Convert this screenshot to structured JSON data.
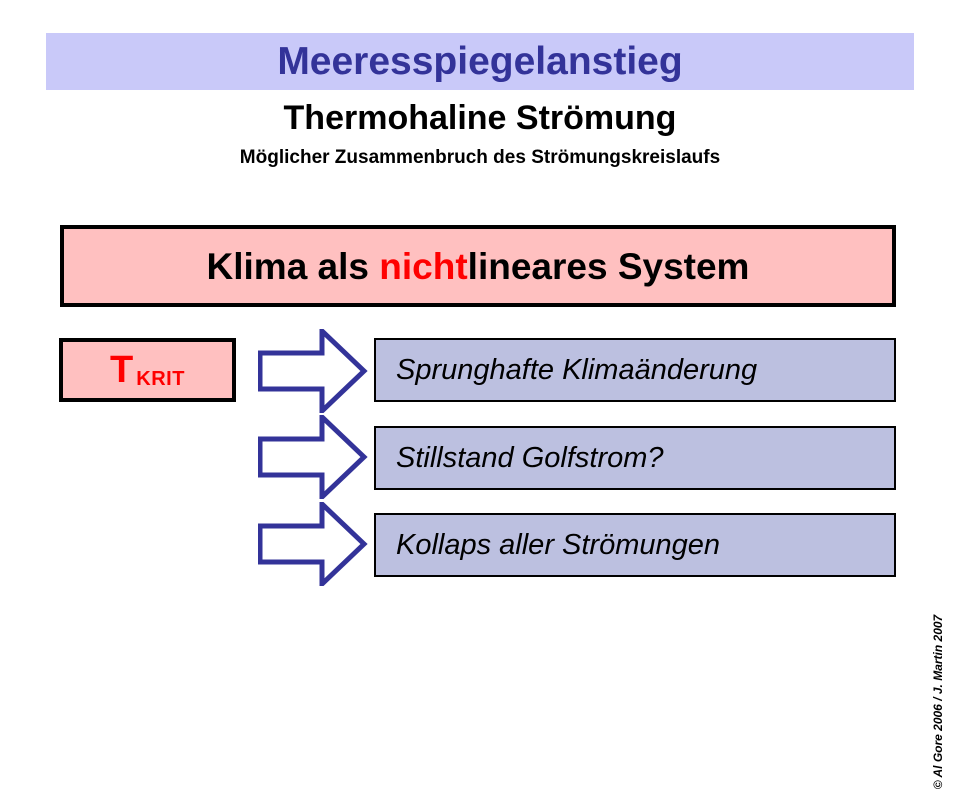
{
  "slide": {
    "title": "Meeresspiegelanstieg",
    "subtitle": "Thermohaline Strömung",
    "subsubtitle": "Möglicher Zusammenbruch des Strömungskreislaufs",
    "headline": {
      "part_1": "Klima als ",
      "part_2_highlight": "nicht",
      "part_3": "lineares System"
    },
    "threshold": {
      "symbol": "T",
      "subscript": "KRIT"
    },
    "outcomes": [
      {
        "label": "Sprunghafte Klimaänderung"
      },
      {
        "label": "Stillstand Golfstrom?"
      },
      {
        "label": "Kollaps aller Strömungen"
      }
    ],
    "arrows": [
      {
        "name": "arrow-right-1"
      },
      {
        "name": "arrow-right-2"
      },
      {
        "name": "arrow-right-3"
      }
    ],
    "copyright": "© Al Gore 2006 / J. Martin 2007",
    "colors": {
      "title_banner_bg": "#c9c9f9",
      "title_text": "#333399",
      "headline_box_bg": "#ffc0c0",
      "headline_highlight": "#ff0000",
      "outcome_box_bg": "#bcc0e0",
      "arrow_outline": "#333399",
      "arrow_fill": "#ffffff",
      "border": "#000000"
    }
  }
}
